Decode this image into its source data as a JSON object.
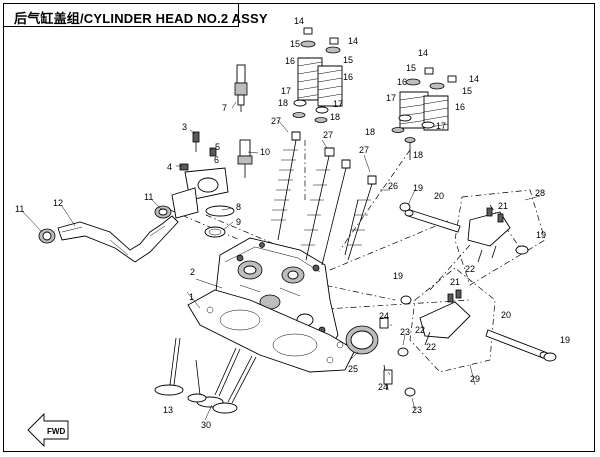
{
  "title": "后气缸盖组/CYLINDER HEAD NO.2  ASSY",
  "fwd_label": "FWD",
  "callouts": {
    "c1": "1",
    "c2": "2",
    "c3": "3",
    "c4": "4",
    "c5": "5",
    "c6": "6",
    "c7": "7",
    "c8": "8",
    "c9": "9",
    "c10": "10",
    "c11a": "11",
    "c11b": "11",
    "c12": "12",
    "c13": "13",
    "c14a": "14",
    "c14b": "14",
    "c14c": "14",
    "c14d": "14",
    "c15a": "15",
    "c15b": "15",
    "c15c": "15",
    "c15d": "15",
    "c16a": "16",
    "c16b": "16",
    "c16c": "16",
    "c16d": "16",
    "c17a": "17",
    "c17b": "17",
    "c17c": "17",
    "c17d": "17",
    "c18a": "18",
    "c18b": "18",
    "c18c": "18",
    "c18d": "18",
    "c19a": "19",
    "c19b": "19",
    "c19c": "19",
    "c19d": "19",
    "c20a": "20",
    "c20b": "20",
    "c21a": "21",
    "c21b": "21",
    "c22a": "22",
    "c22b": "22",
    "c22c": "22",
    "c23a": "23",
    "c23b": "23",
    "c24a": "24",
    "c24b": "24",
    "c25": "25",
    "c26": "26",
    "c27a": "27",
    "c27b": "27",
    "c27c": "27",
    "c28": "28",
    "c29": "29",
    "c30": "30"
  }
}
